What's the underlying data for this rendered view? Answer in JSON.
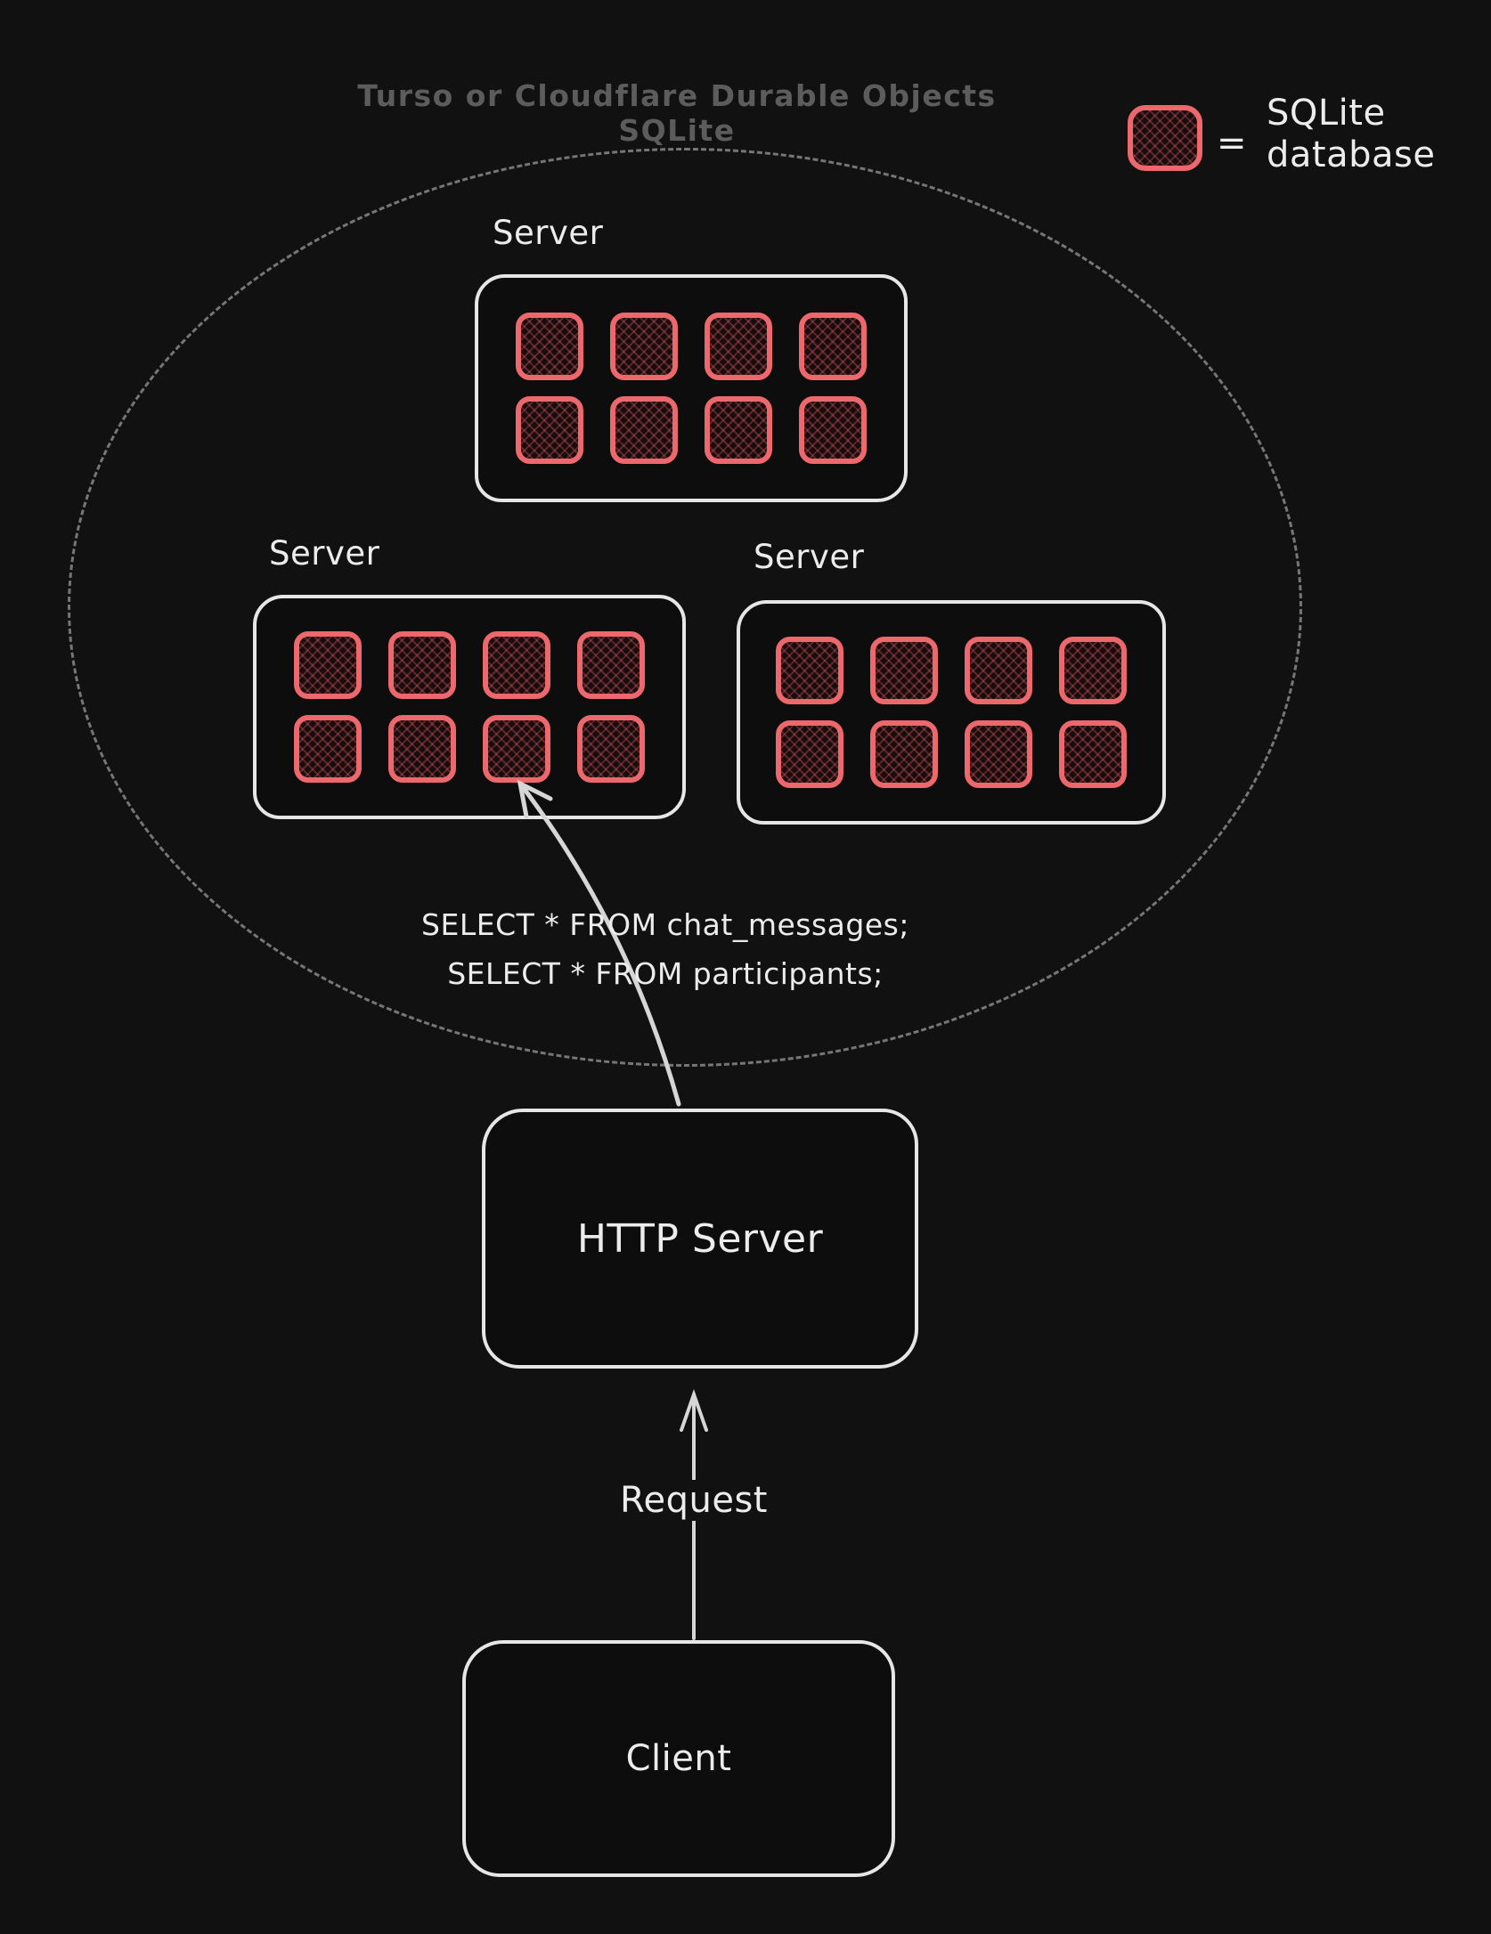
{
  "diagram": {
    "title": "Turso or Cloudflare Durable Objects SQLite",
    "legend": {
      "equals": "=",
      "line1": "SQLite",
      "line2": "database"
    },
    "db_per_server": 8,
    "servers": [
      {
        "label": "Server"
      },
      {
        "label": "Server"
      },
      {
        "label": "Server"
      }
    ],
    "query": {
      "line1": "SELECT * FROM chat_messages;",
      "line2": "SELECT * FROM participants;"
    },
    "http_server": {
      "label": "HTTP Server"
    },
    "request": {
      "label": "Request"
    },
    "client": {
      "label": "Client"
    },
    "colors": {
      "background": "#111111",
      "stroke": "#e6e6e6",
      "db_red": "#ed686c",
      "db_fill": "#1a0c0d",
      "dashed_gray": "#767676",
      "title_gray": "#5c5c5c",
      "arrow": "#d6d6d6",
      "text": "#ececec"
    }
  }
}
